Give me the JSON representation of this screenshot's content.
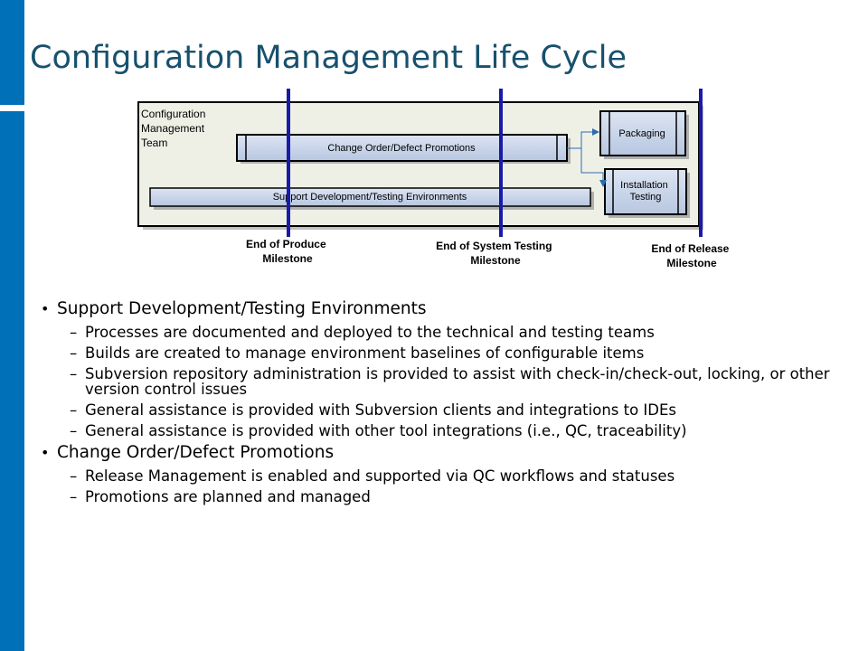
{
  "title": "Configuration Management Life Cycle",
  "diagram": {
    "team_label": [
      "Configuration",
      "Management",
      "Team"
    ],
    "bars": {
      "change_order": "Change Order/Defect Promotions",
      "support_dev": "Support Development/Testing Environments",
      "packaging": "Packaging",
      "installation_testing": [
        "Installation",
        "Testing"
      ]
    },
    "milestones": [
      {
        "line1": "End of Produce",
        "line2": "Milestone"
      },
      {
        "line1": "End of System Testing",
        "line2": "Milestone"
      },
      {
        "line1": "End of Release",
        "line2": "Milestone"
      }
    ],
    "colors": {
      "milestone_line": "#1a1aa8",
      "bar_fill": "#c9d4e8",
      "panel_fill": "#eef0e6",
      "arrow": "#2b6cb0"
    }
  },
  "bullets": [
    {
      "text": "Support Development/Testing Environments",
      "sub": [
        "Processes are documented and deployed to the technical and testing teams",
        "Builds are created to manage environment baselines of configurable items",
        "Subversion repository administration is provided to assist with check-in/check-out, locking, or other version control issues",
        "General assistance is provided with Subversion clients and integrations to IDEs",
        "General assistance is provided with other tool integrations (i.e., QC, traceability)"
      ]
    },
    {
      "text": "Change Order/Defect Promotions",
      "sub": [
        "Release Management is enabled and supported via QC workflows and statuses",
        "Promotions are planned and managed"
      ]
    }
  ]
}
